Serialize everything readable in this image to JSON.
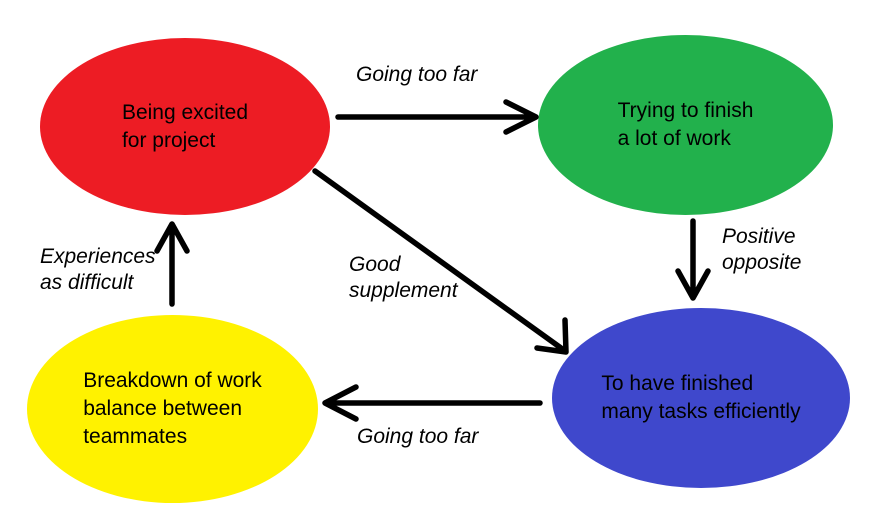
{
  "diagram": {
    "background_color": "#ffffff",
    "arrow_color": "#000000",
    "text_color": "#000000",
    "nodes": [
      {
        "id": "excited",
        "label": "Being excited\nfor project",
        "color": "#ed1c24"
      },
      {
        "id": "trying",
        "label": "Trying to finish\na lot of work",
        "color": "#22b14c"
      },
      {
        "id": "breakdown",
        "label": "Breakdown of work\nbalance between\nteammates",
        "color": "#fff200"
      },
      {
        "id": "finished",
        "label": "To have finished\nmany tasks efficiently",
        "color": "#3f48cc"
      }
    ],
    "edges": [
      {
        "from": "excited",
        "to": "trying",
        "label": "Going too far"
      },
      {
        "from": "trying",
        "to": "finished",
        "label": "Positive\nopposite"
      },
      {
        "from": "excited",
        "to": "finished",
        "label": "Good\nsupplement"
      },
      {
        "from": "finished",
        "to": "breakdown",
        "label": "Going too far"
      },
      {
        "from": "breakdown",
        "to": "excited",
        "label": "Experiences\nas difficult"
      }
    ]
  }
}
